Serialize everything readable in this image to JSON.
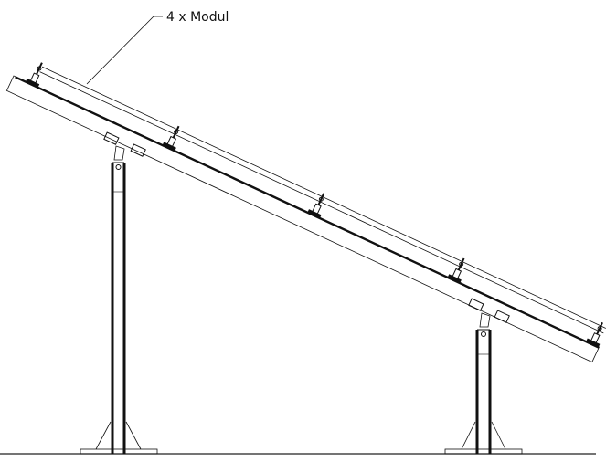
{
  "drawing": {
    "label": "4 x Modul",
    "clamp_count": 5,
    "post_count": 2
  }
}
